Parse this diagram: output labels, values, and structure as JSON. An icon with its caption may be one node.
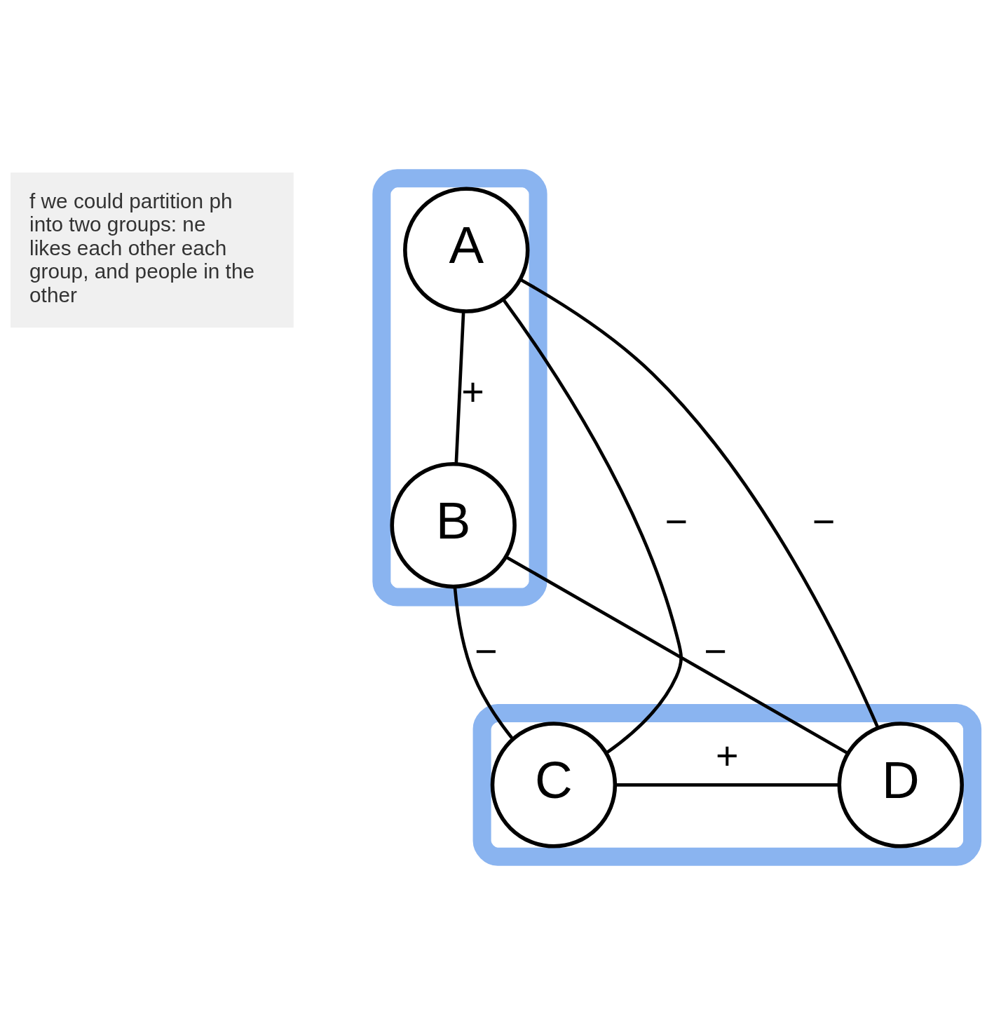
{
  "diagram": {
    "nodes": [
      {
        "text": [
          "f we could partition ph into two groups: ne likes each other each group, and people in the other"
        ]
      },
      {
        "text": [],
        "shape": "loop"
      },
      {
        "text": [
          "A"
        ],
        "in": 1
      },
      {
        "text": [
          "B"
        ],
        "in": 1
      },
      {
        "text": [],
        "shape": "loop"
      },
      {
        "text": [
          "C"
        ],
        "in": 4
      },
      {
        "text": [
          "D"
        ],
        "in": 4
      }
    ],
    "edges": [
      {
        "from": 2,
        "to": 3,
        "arrow": "none",
        "label": "+"
      },
      {
        "from": 2,
        "to": 5,
        "arrow": "none",
        "label": "−"
      },
      {
        "from": 2,
        "to": 6,
        "arrow": "none",
        "label": "−"
      },
      {
        "from": 3,
        "to": 5,
        "arrow": "none",
        "label": "−"
      },
      {
        "from": 3,
        "to": 6,
        "arrow": "none",
        "label": "−"
      },
      {
        "from": 5,
        "to": 6,
        "arrow": "none",
        "label": "+"
      }
    ]
  }
}
